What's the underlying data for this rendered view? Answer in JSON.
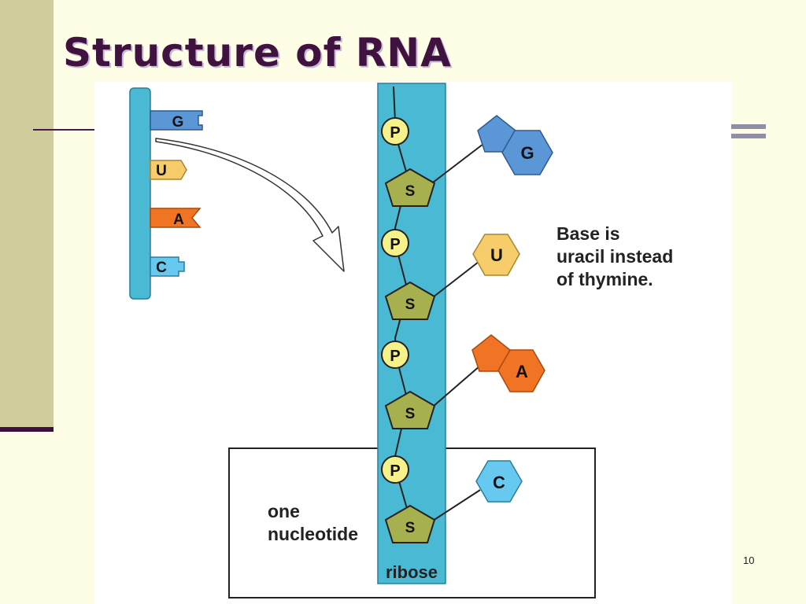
{
  "slide": {
    "title": "Structure of RNA",
    "page_number": "10"
  },
  "colors": {
    "background": "#fefde6",
    "left_bar": "#cfcd9c",
    "title": "#3f1240",
    "backbone": "#4ab9d3",
    "phosphate": "#f7f18a",
    "sugar": "#a7b04f",
    "guanine": "#5b96d6",
    "uracil": "#f7cc6a",
    "adenine": "#f07424",
    "cytosine": "#67c9ef"
  },
  "strand_key": {
    "bases": [
      "G",
      "U",
      "A",
      "C"
    ]
  },
  "backbone": {
    "label": "ribose",
    "units": [
      {
        "phosphate": "P",
        "sugar": "S",
        "base": "G"
      },
      {
        "phosphate": "P",
        "sugar": "S",
        "base": "U"
      },
      {
        "phosphate": "P",
        "sugar": "S",
        "base": "A"
      },
      {
        "phosphate": "P",
        "sugar": "S",
        "base": "C"
      }
    ]
  },
  "annotations": {
    "base_note": [
      "Base is",
      "uracil instead",
      "of thymine."
    ],
    "nucleotide_label": [
      "one",
      "nucleotide"
    ]
  }
}
